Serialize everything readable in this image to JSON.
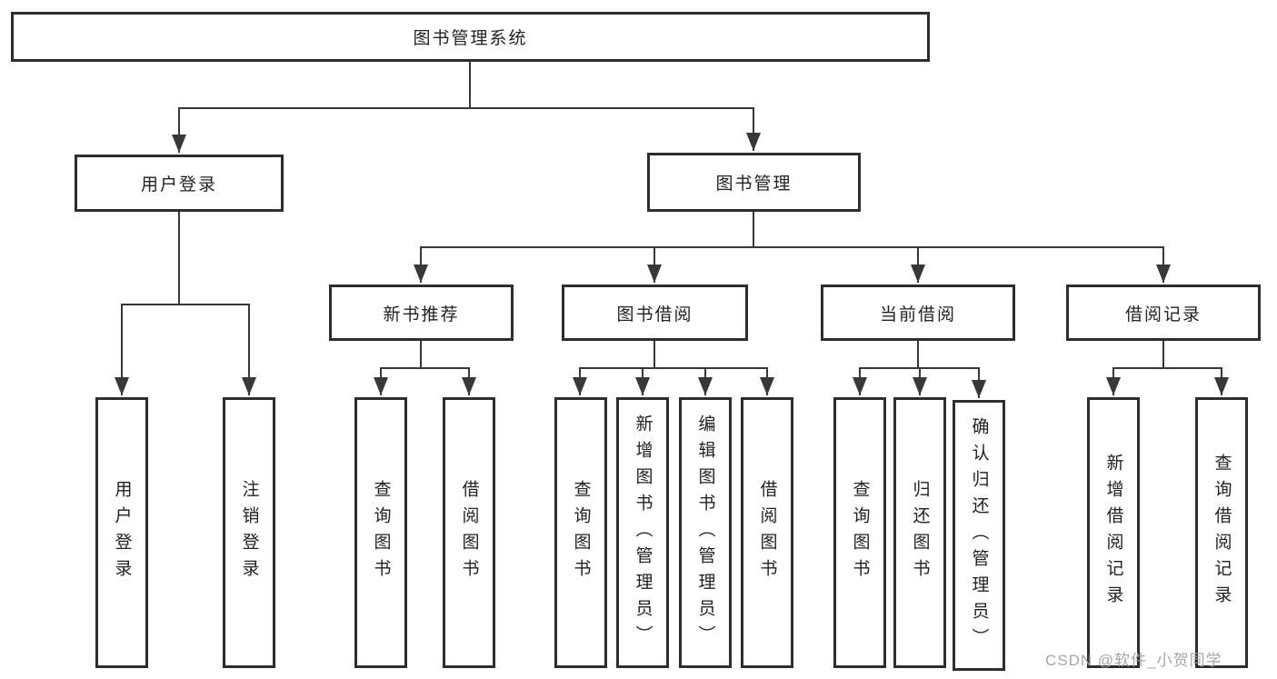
{
  "diagram": {
    "tree": {
      "label": "图书管理系统",
      "children": [
        {
          "label": "用户登录",
          "children": [
            {
              "label": "用户登录"
            },
            {
              "label": "注销登录"
            }
          ]
        },
        {
          "label": "图书管理",
          "children": [
            {
              "label": "新书推荐",
              "children": [
                {
                  "label": "查询图书"
                },
                {
                  "label": "借阅图书"
                }
              ]
            },
            {
              "label": "图书借阅",
              "children": [
                {
                  "label": "查询图书"
                },
                {
                  "label": "新增图书（管理员）"
                },
                {
                  "label": "编辑图书（管理员）"
                },
                {
                  "label": "借阅图书"
                }
              ]
            },
            {
              "label": "当前借阅",
              "children": [
                {
                  "label": "查询图书"
                },
                {
                  "label": "归还图书"
                },
                {
                  "label": "确认归还（管理员）"
                }
              ]
            },
            {
              "label": "借阅记录",
              "children": [
                {
                  "label": "新增借阅记录"
                },
                {
                  "label": "查询借阅记录"
                }
              ]
            }
          ]
        }
      ]
    },
    "icons": {
      "arrowhead": "down-arrow-icon"
    },
    "colors": {
      "background": "#ffffff",
      "box_border": "#2e2e2e",
      "connector_line": "#383838",
      "text": "#222222",
      "watermark": "#9e9e9e"
    }
  },
  "watermark": {
    "text": "CSDN @软件_小贺同学"
  }
}
